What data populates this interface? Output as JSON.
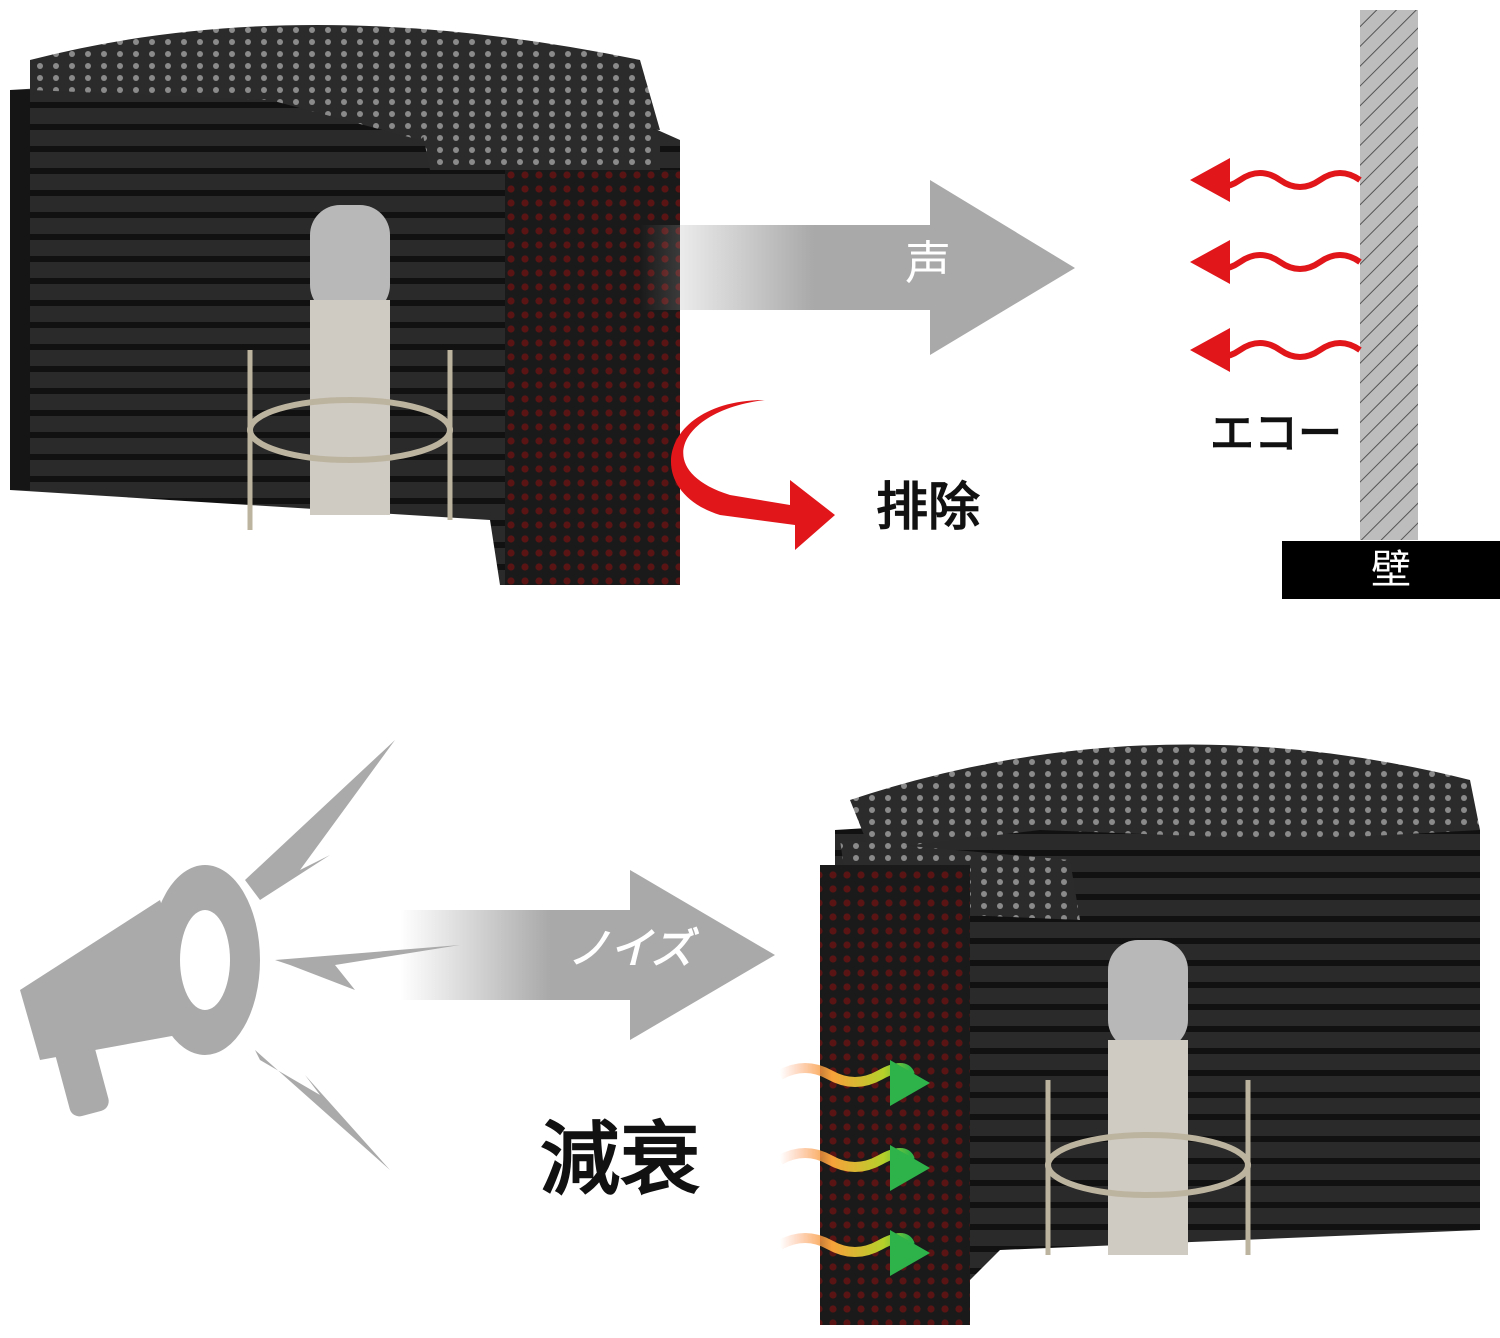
{
  "labels": {
    "voice": "声",
    "exclude": "排除",
    "echo": "エコー",
    "wall": "壁",
    "noise": "ノイズ",
    "attenuation": "減衰"
  },
  "colors": {
    "panel": "#1e1e1e",
    "arrow_gray": "#a9a9a9",
    "echo_red": "#e0161b",
    "wall_hatch": "#9a9a9a"
  }
}
